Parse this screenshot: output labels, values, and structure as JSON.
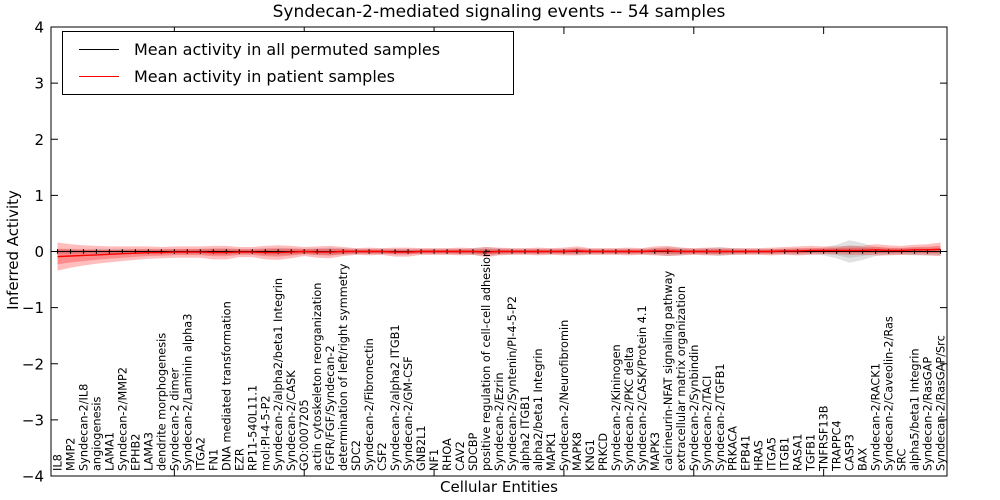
{
  "chart_data": {
    "type": "line",
    "title": "Syndecan-2-mediated signaling events -- 54 samples",
    "xlabel": "Cellular Entities",
    "ylabel": "Inferred Activity",
    "ylim": [
      -4,
      4
    ],
    "yticks": [
      -4,
      -3,
      -2,
      -1,
      0,
      1,
      2,
      3,
      4
    ],
    "ytick_labels": [
      "−4",
      "−3",
      "−2",
      "−1",
      "0",
      "1",
      "2",
      "3",
      "4"
    ],
    "xticks": [
      10,
      20,
      30,
      40,
      50,
      60
    ],
    "grid": false,
    "legend_position": "upper left",
    "legend": [
      {
        "label": "Mean activity in all permuted samples",
        "color": "#000000"
      },
      {
        "label": "Mean activity in patient samples",
        "color": "#ff0000"
      }
    ],
    "categories": [
      "IL8",
      "MMP2",
      "Syndecan-2/IL8",
      "angiogenesis",
      "LAMA1",
      "Syndecan-2/MMP2",
      "EPHB2",
      "LAMA3",
      "dendrite morphogenesis",
      "Syndecan-2 dimer",
      "Syndecan-2/Laminin alpha3",
      "ITGA2",
      "FN1",
      "DNA mediated transformation",
      "EZR",
      "RP11-540L11.1",
      "mol:PI-4-5-P2",
      "Syndecan-2/alpha2/beta1 Integrin",
      "Syndecan-2/CASK",
      "GO:0007205",
      "actin cytoskeleton reorganization",
      "FGFR/FGF/Syndecan-2",
      "determination of left/right symmetry",
      "SDC2",
      "Syndecan-2/Fibronectin",
      "CSF2",
      "Syndecan-2/alpha2 ITGB1",
      "Syndecan-2/GM-CSF",
      "GNB2L1",
      "NF1",
      "RHOA",
      "CAV2",
      "SDCBP",
      "positive regulation of cell-cell adhesion",
      "Syndecan-2/Ezrin",
      "Syndecan-2/Syntenin/PI-4-5-P2",
      "alpha2 ITGB1",
      "alpha2/beta1 Integrin",
      "MAPK1",
      "Syndecan-2/Neurofibromin",
      "MAPK8",
      "KNG1",
      "PRKCD",
      "Syndecan-2/Kininogen",
      "Syndecan-2/PKC delta",
      "Syndecan-2/CASK/Protein 4.1",
      "MAPK3",
      "calcineurin-NFAT signaling pathway",
      "extracellular matrix organization",
      "Syndecan-2/Synbindin",
      "Syndecan-2/TACI",
      "Syndecan-2/TGFB1",
      "PRKACA",
      "EPB41",
      "HRAS",
      "ITGA5",
      "ITGB1",
      "RASA1",
      "TGFB1",
      "TNFRSF13B",
      "TRAPPC4",
      "CASP3",
      "BAX",
      "Syndecan-2/RACK1",
      "Syndecan-2/Caveolin-2/Ras",
      "SRC",
      "alpha5/beta1 Integrin",
      "Syndecan-2/RasGAP",
      "Syndecan-2/RasGAP/Src"
    ],
    "series": [
      {
        "name": "Mean activity in all permuted samples",
        "color": "#000000",
        "values": [
          0,
          0,
          0,
          0,
          0,
          0,
          0,
          0,
          0,
          0,
          0,
          0,
          0,
          0,
          0,
          0,
          0,
          0,
          0,
          0,
          0,
          0,
          0,
          0,
          0,
          0,
          0,
          0,
          0,
          0,
          0,
          0,
          0,
          0,
          0,
          0,
          0,
          0,
          0,
          0,
          0,
          0,
          0,
          0,
          0,
          0,
          0,
          0,
          0,
          0,
          0,
          0,
          0,
          0,
          0,
          0,
          0,
          0,
          0,
          0,
          0,
          0,
          0,
          0,
          0,
          0,
          0,
          0,
          0
        ]
      },
      {
        "name": "Mean activity in patient samples",
        "color": "#ff0000",
        "values": [
          -0.09,
          -0.08,
          -0.07,
          -0.06,
          -0.05,
          -0.04,
          -0.03,
          -0.02,
          -0.02,
          -0.01,
          -0.01,
          -0.01,
          -0.02,
          -0.02,
          -0.01,
          -0.01,
          -0.02,
          -0.02,
          -0.01,
          0,
          -0.01,
          -0.01,
          0,
          0,
          0,
          0,
          -0.01,
          -0.01,
          0,
          0,
          0,
          0,
          0,
          -0.01,
          0,
          0,
          0,
          0,
          0,
          0,
          0.01,
          0,
          0,
          0,
          0,
          0,
          0.01,
          0.01,
          0,
          0,
          0,
          0,
          0,
          0,
          0,
          0,
          0.01,
          0.01,
          0.02,
          0.02,
          0.02,
          0.02,
          0.02,
          0.03,
          0.02,
          0.02,
          0.03,
          0.03,
          0.04
        ]
      }
    ],
    "bands": [
      {
        "name": "permuted-std-band",
        "series": 0,
        "color": "#999999",
        "alpha": 0.3,
        "half_width": [
          0.05,
          0.05,
          0.05,
          0.05,
          0.05,
          0.05,
          0.05,
          0.05,
          0.05,
          0.05,
          0.05,
          0.05,
          0.06,
          0.06,
          0.05,
          0.05,
          0.06,
          0.07,
          0.06,
          0.05,
          0.06,
          0.07,
          0.06,
          0.05,
          0.05,
          0.05,
          0.05,
          0.05,
          0.05,
          0.05,
          0.05,
          0.05,
          0.06,
          0.08,
          0.06,
          0.05,
          0.05,
          0.05,
          0.05,
          0.05,
          0.06,
          0.05,
          0.05,
          0.05,
          0.05,
          0.05,
          0.06,
          0.08,
          0.07,
          0.05,
          0.06,
          0.08,
          0.06,
          0.05,
          0.05,
          0.05,
          0.05,
          0.06,
          0.05,
          0.07,
          0.12,
          0.2,
          0.15,
          0.08,
          0.06,
          0.06,
          0.07,
          0.07,
          0.07
        ]
      },
      {
        "name": "patient-std-band",
        "series": 1,
        "color": "#ff0000",
        "alpha": 0.26,
        "half_width": [
          0.25,
          0.21,
          0.18,
          0.16,
          0.14,
          0.13,
          0.12,
          0.11,
          0.1,
          0.1,
          0.1,
          0.1,
          0.12,
          0.12,
          0.09,
          0.09,
          0.12,
          0.13,
          0.11,
          0.08,
          0.1,
          0.11,
          0.08,
          0.06,
          0.07,
          0.06,
          0.08,
          0.08,
          0.06,
          0.06,
          0.06,
          0.07,
          0.06,
          0.09,
          0.07,
          0.06,
          0.06,
          0.07,
          0.06,
          0.07,
          0.08,
          0.06,
          0.06,
          0.06,
          0.07,
          0.06,
          0.08,
          0.09,
          0.07,
          0.06,
          0.07,
          0.07,
          0.06,
          0.06,
          0.06,
          0.07,
          0.07,
          0.08,
          0.08,
          0.07,
          0.07,
          0.08,
          0.08,
          0.1,
          0.09,
          0.08,
          0.09,
          0.1,
          0.12
        ]
      }
    ]
  }
}
